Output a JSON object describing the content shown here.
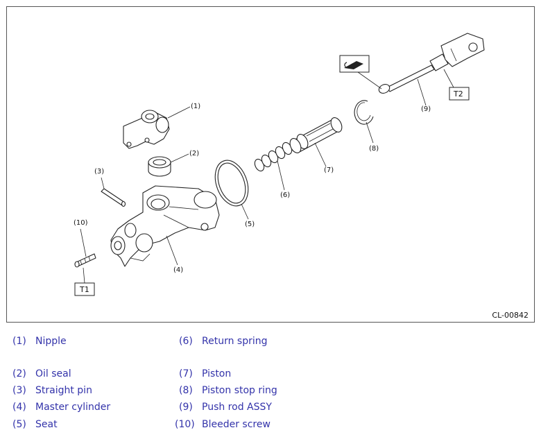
{
  "figure": {
    "code": "CL-00842",
    "callouts": [
      "(1)",
      "(2)",
      "(3)",
      "(4)",
      "(5)",
      "(6)",
      "(7)",
      "(8)",
      "(9)",
      "(10)"
    ],
    "torque_labels": [
      "T1",
      "T2"
    ]
  },
  "legend": [
    {
      "num": "(1)",
      "name": "Nipple"
    },
    {
      "num": "(2)",
      "name": "Oil seal"
    },
    {
      "num": "(3)",
      "name": "Straight pin"
    },
    {
      "num": "(4)",
      "name": "Master cylinder"
    },
    {
      "num": "(5)",
      "name": "Seat"
    },
    {
      "num": "(6)",
      "name": "Return spring"
    },
    {
      "num": "(7)",
      "name": "Piston"
    },
    {
      "num": "(8)",
      "name": "Piston stop ring"
    },
    {
      "num": "(9)",
      "name": "Push rod ASSY"
    },
    {
      "num": "(10)",
      "name": "Bleeder screw"
    }
  ],
  "colors": {
    "legend_text": "#3333aa",
    "line": "#222222",
    "border": "#555555"
  }
}
